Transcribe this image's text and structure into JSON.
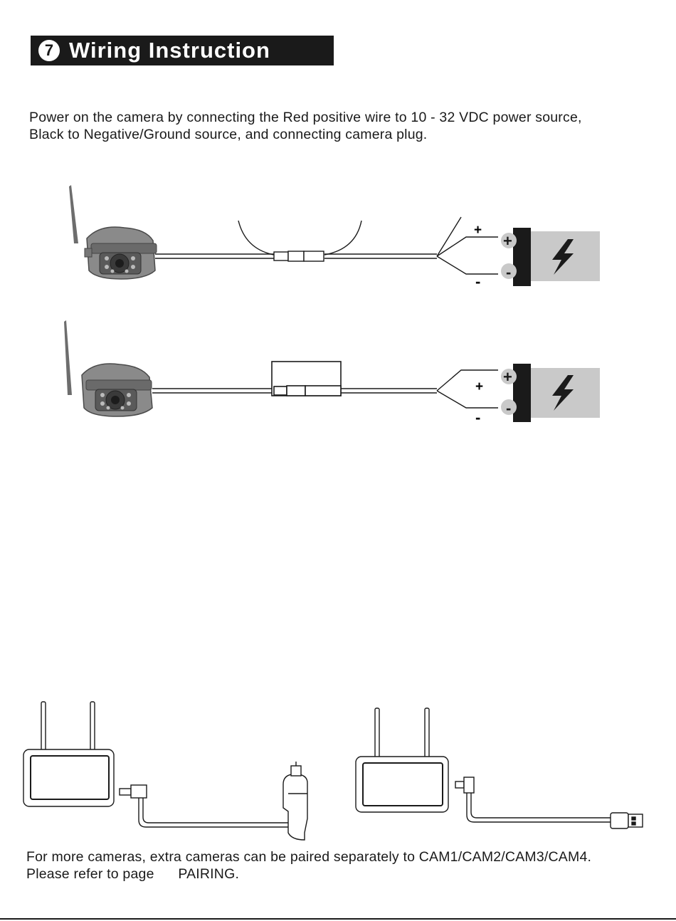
{
  "header": {
    "number": "7",
    "title": "Wiring Instruction"
  },
  "instructions": {
    "line1": "Power on the camera by connecting the Red positive wire to 10 - 32 VDC power source,",
    "line2": "Black to Negative/Ground source, and connecting camera plug."
  },
  "wiring": {
    "plus": "+",
    "minus": "-",
    "battery_plus": "+",
    "battery_minus": "-"
  },
  "footer": {
    "line1": "For more cameras, extra cameras can be paired separately to CAM1/CAM2/CAM3/CAM4.",
    "line2": "Please refer to page      PAIRING."
  },
  "colors": {
    "ink": "#1a1a1a",
    "battery_fill": "#c9c9c9",
    "camera_body": "#8a8a8a"
  }
}
